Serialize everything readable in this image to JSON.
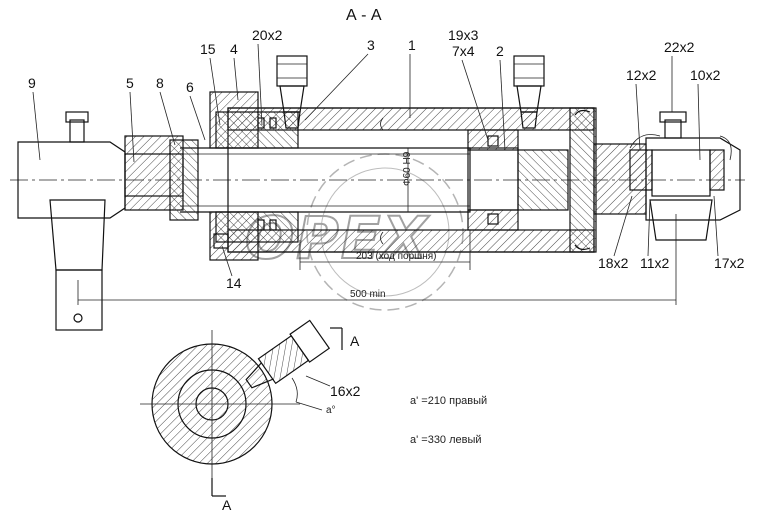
{
  "title": "А - А",
  "callouts": {
    "p1": "1",
    "p2": "2",
    "p3": "3",
    "p4": "4",
    "p5": "5",
    "p6": "6",
    "p8": "8",
    "p9": "9",
    "p14": "14",
    "p15": "15",
    "p20x2": "20x2",
    "p19x3": "19x3",
    "p7x4": "7x4",
    "p22x2": "22x2",
    "p12x2": "12x2",
    "p10x2": "10x2",
    "p18x2": "18x2",
    "p11x2": "11x2",
    "p17x2": "17x2",
    "p16x2": "16x2"
  },
  "dimensions": {
    "stroke": "203 (ход поршня)",
    "min_length": "500 min",
    "bore": "Ф60 Н9"
  },
  "section_marks": {
    "top": "A",
    "bottom": "A"
  },
  "angle_label": "a°",
  "notes": {
    "right": "a' =210 правый",
    "left": "a' =330 левый"
  },
  "watermark": "ОРЕХ",
  "colors": {
    "line": "#111111",
    "watermark": "#c8c8c8"
  }
}
